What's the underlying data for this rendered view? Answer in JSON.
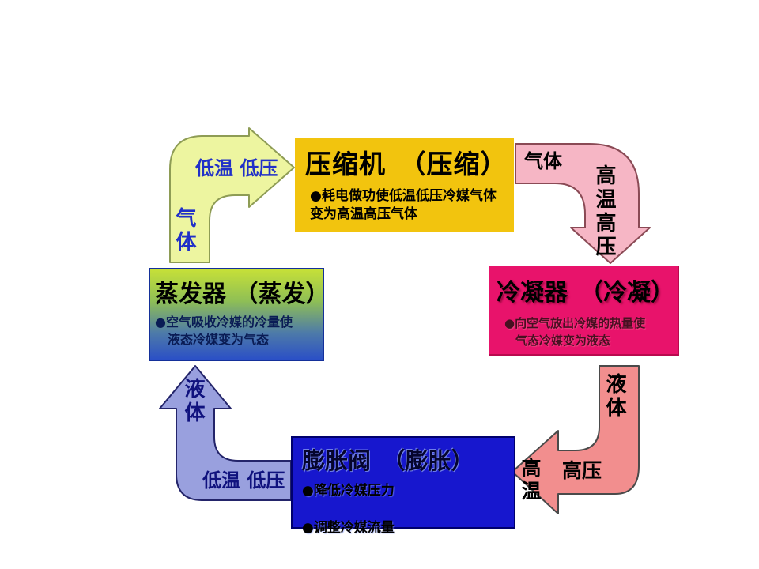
{
  "meta": {
    "background": "#ffffff",
    "description_type": "refrigeration-cycle-diagram"
  },
  "boxes": {
    "compressor": {
      "title": "压缩机　（压缩）",
      "body_line1": "●耗电做功使低温低压冷媒气体",
      "body_line2": "变为高温高压气体",
      "bg": "#F2C40E"
    },
    "condenser": {
      "title": "冷凝器　（冷凝）",
      "body_line1": "●向空气放出冷媒的热量使",
      "body_line2": "气态冷媒变为液态",
      "bg": "#E8136B"
    },
    "evaporator": {
      "title": "蒸发器 （蒸发）",
      "body_line1": "●空气吸收冷媒的冷量使",
      "body_line2": "液态冷媒变为气态",
      "bg_top": "#C6E038",
      "bg_bottom": "#2B50C6"
    },
    "expansion_valve": {
      "title": "膨胀阀　（膨胀）",
      "body_line1": "●降低冷媒压力",
      "body_line2": "●调整冷媒流量",
      "bg": "#1717CE"
    }
  },
  "arrows": {
    "evaporator_to_compressor": {
      "state_label": "低温 低压",
      "phase_label": "气体",
      "fill": "#EDF5A0",
      "stroke": "#8E9C55",
      "text_color": "#2030C8"
    },
    "compressor_to_condenser": {
      "phase_label": "气体",
      "state_label": "高温高压",
      "fill": "#F6B6C5",
      "stroke": "#8A4A55",
      "text_color": "#000000"
    },
    "condenser_to_expansion": {
      "phase_label": "液体",
      "temp_label": "高温",
      "pressure_label": "高压",
      "fill": "#F28E8E",
      "stroke": "#4A4A4A",
      "text_color": "#000000"
    },
    "expansion_to_evaporator": {
      "phase_label": "液体",
      "state_label": "低温 低压",
      "fill": "#99A0DE",
      "stroke": "#23246A",
      "text_color": "#10127E"
    }
  }
}
